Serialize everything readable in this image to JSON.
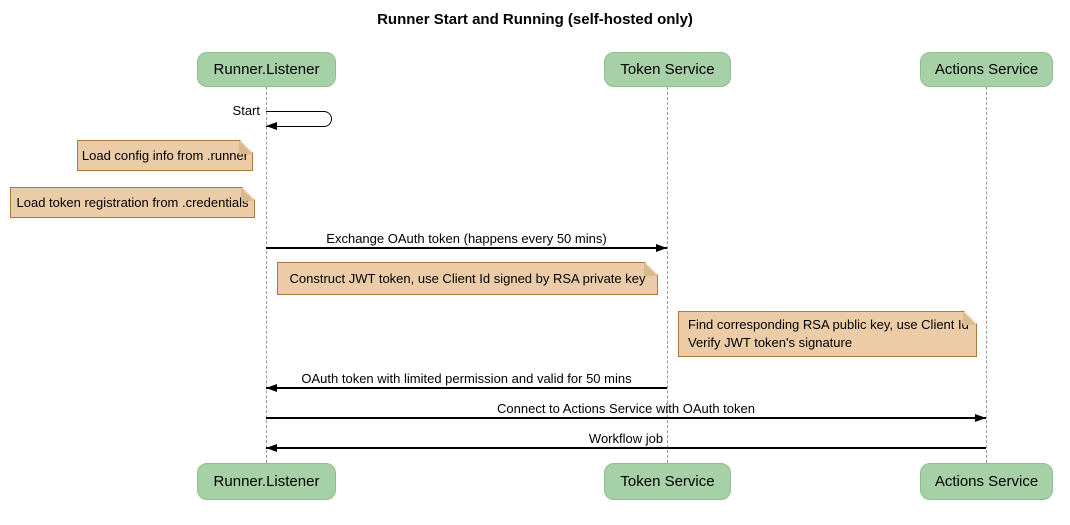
{
  "title": "Runner Start and Running (self-hosted only)",
  "diagram_type": "sequence",
  "colors": {
    "background": "#FFFFFF",
    "text": "#000000",
    "participant_fill": "#A6D0A6",
    "participant_border": "#8FBF8F",
    "note_fill": "#EBCCA6",
    "note_border": "#A97A3F",
    "note_fold": "#D9B98E",
    "lifeline": "#999999",
    "arrow": "#000000"
  },
  "participants": [
    {
      "id": "runner-listener",
      "label": "Runner.Listener"
    },
    {
      "id": "token-service",
      "label": "Token Service"
    },
    {
      "id": "actions-service",
      "label": "Actions Service"
    }
  ],
  "messages": [
    {
      "type": "self",
      "from": "runner-listener",
      "to": "runner-listener",
      "label": "Start"
    },
    {
      "type": "arrow",
      "from": "runner-listener",
      "to": "token-service",
      "label": "Exchange OAuth token (happens every 50 mins)"
    },
    {
      "type": "arrow",
      "from": "token-service",
      "to": "runner-listener",
      "label": "OAuth token with limited permission and valid for 50 mins"
    },
    {
      "type": "arrow",
      "from": "runner-listener",
      "to": "actions-service",
      "label": "Connect to Actions Service with OAuth token"
    },
    {
      "type": "arrow",
      "from": "actions-service",
      "to": "runner-listener",
      "label": "Workflow job"
    }
  ],
  "notes": [
    {
      "over": "runner-listener",
      "text": "Load config info from .runner"
    },
    {
      "over": "runner-listener",
      "text": "Load token registration from .credentials"
    },
    {
      "over": "runner-listener,token-service",
      "text": "Construct JWT token, use Client Id signed by RSA private key"
    },
    {
      "over": "actions-service",
      "lines": [
        "Find corresponding RSA public key, use Client Id",
        "Verify JWT token's signature"
      ]
    }
  ]
}
